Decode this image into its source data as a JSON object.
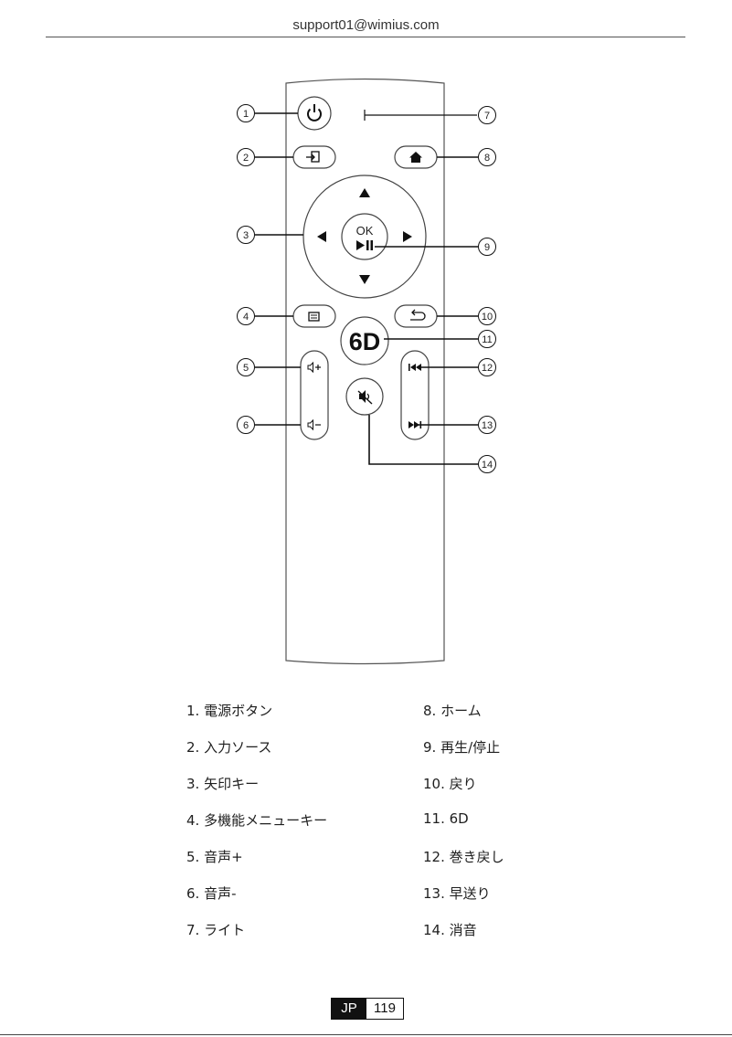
{
  "header": {
    "email": "support01@wimius.com"
  },
  "remote": {
    "ok_label": "OK",
    "six_d_label": "6D",
    "callouts": [
      "1",
      "2",
      "3",
      "4",
      "5",
      "6",
      "7",
      "8",
      "9",
      "10",
      "11",
      "12",
      "13",
      "14"
    ]
  },
  "legend": {
    "left": [
      "1. 電源ボタン",
      "2. 入力ソース",
      "3. 矢印キー",
      "4. 多機能メニューキー",
      "5. 音声+",
      "6. 音声-",
      "7. ライト"
    ],
    "right": [
      "8. ホーム",
      "9. 再生/停止",
      "10. 戻り",
      "11. 6D",
      "12. 巻き戻し",
      "13. 早送り",
      "14. 消音"
    ]
  },
  "footer": {
    "lang": "JP",
    "page": "119"
  }
}
